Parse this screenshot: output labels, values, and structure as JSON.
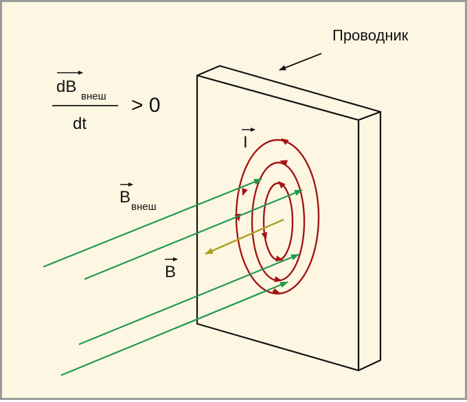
{
  "labels": {
    "conductor": "Проводник",
    "formula_numerator_main": "dB",
    "formula_numerator_sub": "внеш",
    "formula_denominator": "dt",
    "formula_relation": "> 0",
    "current": "I",
    "b_external_main": "B",
    "b_external_sub": "внеш",
    "b_induced": "B"
  },
  "colors": {
    "background": "#fdf6e3",
    "frame": "#9a9a9a",
    "plate_outline": "#111111",
    "external_field": "#1f9a4a",
    "induced_current": "#a31515",
    "induced_field": "#a8a020"
  }
}
